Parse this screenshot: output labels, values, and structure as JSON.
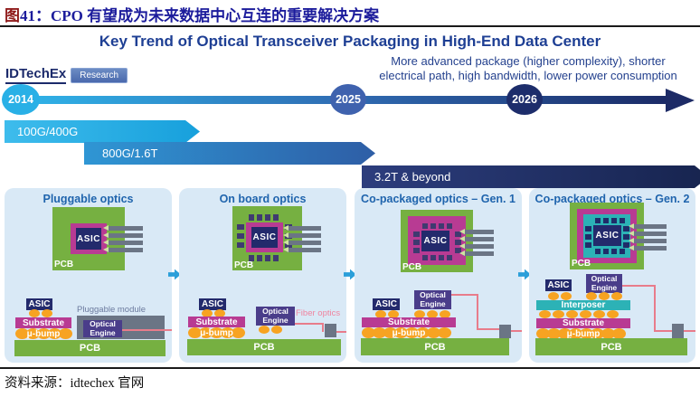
{
  "figure": {
    "caption_prefix": "图",
    "caption_rest": "41：CPO 有望成为未来数据中心互连的重要解决方案",
    "source": "资料来源：idtechex 官网"
  },
  "slide": {
    "title": "Key Trend of Optical Transceiver Packaging in High-End Data Center",
    "logo_name": "IDTechEx",
    "logo_badge": "Research",
    "subtitle_line1": "More advanced package (higher complexity), shorter",
    "subtitle_line2": "electrical path, high bandwidth, lower power consumption"
  },
  "timeline": {
    "years": [
      "2014",
      "2025",
      "2026"
    ]
  },
  "roadmap_bars": [
    {
      "label": "100G/400G"
    },
    {
      "label": "800G/1.6T"
    },
    {
      "label": "3.2T & beyond"
    }
  ],
  "panels": [
    {
      "title": "Pluggable optics"
    },
    {
      "title": "On board optics"
    },
    {
      "title": "Co-packaged optics – Gen. 1"
    },
    {
      "title": "Co-packaged optics – Gen. 2"
    }
  ],
  "labels": {
    "asic": "ASIC",
    "pcb": "PCB",
    "substrate": "Substrate",
    "ubump": "μ-bump",
    "optical_engine": "Optical Engine",
    "interposer": "Interposer",
    "pluggable_module": "Pluggable module",
    "fiber_optics": "Fiber optics"
  },
  "colors": {
    "caption_red": "#8f1a1a",
    "caption_navy": "#1c1c9c",
    "title_blue": "#1e3f94",
    "panel_bg": "#d9e9f6",
    "pcb_green": "#76b041",
    "asic_navy": "#232a6c",
    "substrate_magenta": "#b83b93",
    "interposer_teal": "#2cb2b6",
    "optical_engine_purple": "#4a3d8a",
    "bump_orange": "#f7a322",
    "pin_gray": "#6b7585",
    "fiber_pink": "#e87c8b",
    "timeline_2014": "#29b0e6",
    "timeline_2025": "#3f62ae",
    "timeline_2026": "#1d2d6b"
  }
}
